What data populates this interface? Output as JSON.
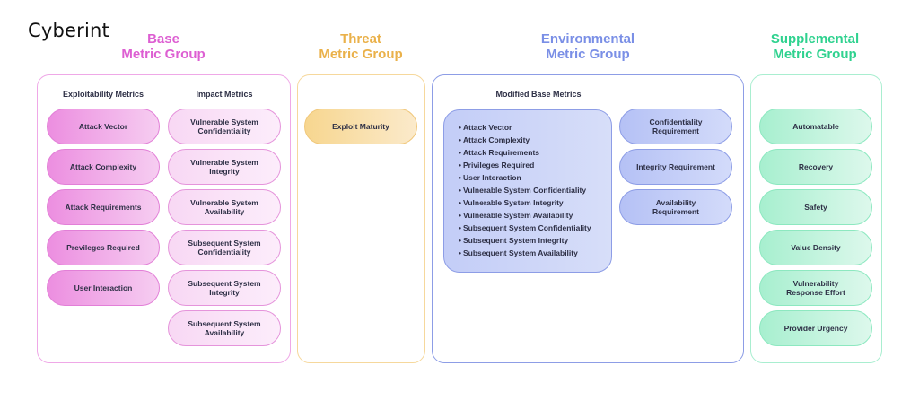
{
  "logo": "Cyberint",
  "groups": {
    "base": {
      "title_line1": "Base",
      "title_line2": "Metric Group",
      "color": "#dd5fd2",
      "exploitability_heading": "Exploitability Metrics",
      "impact_heading": "Impact Metrics",
      "exploitability": [
        "Attack Vector",
        "Attack Complexity",
        "Attack Requirements",
        "Previleges Required",
        "User Interaction"
      ],
      "impact": [
        {
          "l1": "Vulnerable System",
          "l2": "Confidentiality"
        },
        {
          "l1": "Vulnerable System",
          "l2": "Integrity"
        },
        {
          "l1": "Vulnerable System",
          "l2": "Availability"
        },
        {
          "l1": "Subsequent System",
          "l2": "Confidentiality"
        },
        {
          "l1": "Subsequent System",
          "l2": "Integrity"
        },
        {
          "l1": "Subsequent System",
          "l2": "Availability"
        }
      ]
    },
    "threat": {
      "title_line1": "Threat",
      "title_line2": "Metric Group",
      "color": "#eab14a",
      "items": [
        "Exploit Maturity"
      ]
    },
    "environmental": {
      "title_line1": "Environmental",
      "title_line2": "Metric Group",
      "color": "#7a8fe6",
      "modified_heading": "Modified Base Metrics",
      "modified": [
        "Attack Vector",
        "Attack Complexity",
        "Attack Requirements",
        "Privileges Required",
        "User Interaction",
        "Vulnerable System Confidentiality",
        "Vulnerable System Integrity",
        "Vulnerable System Availability",
        "Subsequent System Confidentiality",
        "Subsequent System Integrity",
        "Subsequent System Availability"
      ],
      "requirements": [
        {
          "l1": "Confidentiality",
          "l2": "Requirement"
        },
        {
          "l1": "Integrity Requirement",
          "l2": ""
        },
        {
          "l1": "Availability",
          "l2": "Requirement"
        }
      ]
    },
    "supplemental": {
      "title_line1": "Supplemental",
      "title_line2": "Metric Group",
      "color": "#2fd28f",
      "items": [
        {
          "l1": "Automatable",
          "l2": ""
        },
        {
          "l1": "Recovery",
          "l2": ""
        },
        {
          "l1": "Safety",
          "l2": ""
        },
        {
          "l1": "Value Density",
          "l2": ""
        },
        {
          "l1": "Vulnerability",
          "l2": "Response Effort"
        },
        {
          "l1": "Provider Urgency",
          "l2": ""
        }
      ]
    }
  }
}
